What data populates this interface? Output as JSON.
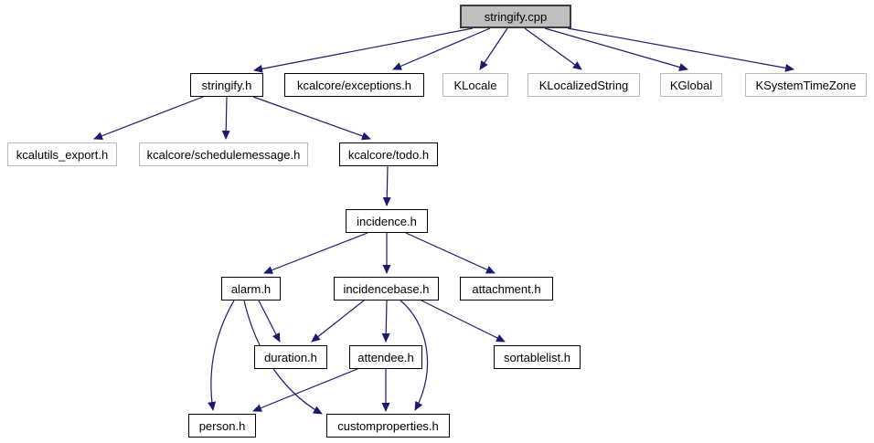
{
  "diagram": {
    "type": "include-dependency-graph",
    "root": "stringify.cpp",
    "colors": {
      "edge": "#191970",
      "internal_border": "#000000",
      "external_border": "#b9b9b9",
      "node_fill": "#ffffff",
      "main_fill": "#bfbfbf",
      "main_border": "#3c3c3c",
      "background": "#ffffff"
    },
    "nodes": [
      {
        "id": "stringify_cpp",
        "label": "stringify.cpp",
        "style": "main"
      },
      {
        "id": "stringify_h",
        "label": "stringify.h",
        "style": "internal"
      },
      {
        "id": "kcalcore_exceptions_h",
        "label": "kcalcore/exceptions.h",
        "style": "internal"
      },
      {
        "id": "klocale",
        "label": "KLocale",
        "style": "external"
      },
      {
        "id": "klocalizedstring",
        "label": "KLocalizedString",
        "style": "external"
      },
      {
        "id": "kglobal",
        "label": "KGlobal",
        "style": "external"
      },
      {
        "id": "ksystemtimezone",
        "label": "KSystemTimeZone",
        "style": "external"
      },
      {
        "id": "kcalutils_export_h",
        "label": "kcalutils_export.h",
        "style": "external"
      },
      {
        "id": "kcalcore_schedulemessage_h",
        "label": "kcalcore/schedulemessage.h",
        "style": "external"
      },
      {
        "id": "kcalcore_todo_h",
        "label": "kcalcore/todo.h",
        "style": "internal"
      },
      {
        "id": "incidence_h",
        "label": "incidence.h",
        "style": "internal"
      },
      {
        "id": "alarm_h",
        "label": "alarm.h",
        "style": "internal"
      },
      {
        "id": "incidencebase_h",
        "label": "incidencebase.h",
        "style": "internal"
      },
      {
        "id": "attachment_h",
        "label": "attachment.h",
        "style": "internal"
      },
      {
        "id": "duration_h",
        "label": "duration.h",
        "style": "internal"
      },
      {
        "id": "attendee_h",
        "label": "attendee.h",
        "style": "internal"
      },
      {
        "id": "sortablelist_h",
        "label": "sortablelist.h",
        "style": "internal"
      },
      {
        "id": "person_h",
        "label": "person.h",
        "style": "internal"
      },
      {
        "id": "customproperties_h",
        "label": "customproperties.h",
        "style": "internal"
      }
    ],
    "edges": [
      {
        "from": "stringify.cpp",
        "to": "stringify.h"
      },
      {
        "from": "stringify.cpp",
        "to": "kcalcore/exceptions.h"
      },
      {
        "from": "stringify.cpp",
        "to": "KLocale"
      },
      {
        "from": "stringify.cpp",
        "to": "KLocalizedString"
      },
      {
        "from": "stringify.cpp",
        "to": "KGlobal"
      },
      {
        "from": "stringify.cpp",
        "to": "KSystemTimeZone"
      },
      {
        "from": "stringify.h",
        "to": "kcalutils_export.h"
      },
      {
        "from": "stringify.h",
        "to": "kcalcore/schedulemessage.h"
      },
      {
        "from": "stringify.h",
        "to": "kcalcore/todo.h"
      },
      {
        "from": "kcalcore/todo.h",
        "to": "incidence.h"
      },
      {
        "from": "incidence.h",
        "to": "alarm.h"
      },
      {
        "from": "incidence.h",
        "to": "incidencebase.h"
      },
      {
        "from": "incidence.h",
        "to": "attachment.h"
      },
      {
        "from": "alarm.h",
        "to": "duration.h"
      },
      {
        "from": "alarm.h",
        "to": "person.h"
      },
      {
        "from": "alarm.h",
        "to": "customproperties.h"
      },
      {
        "from": "incidencebase.h",
        "to": "duration.h"
      },
      {
        "from": "incidencebase.h",
        "to": "attendee.h"
      },
      {
        "from": "incidencebase.h",
        "to": "sortablelist.h"
      },
      {
        "from": "incidencebase.h",
        "to": "customproperties.h"
      },
      {
        "from": "attendee.h",
        "to": "person.h"
      },
      {
        "from": "attendee.h",
        "to": "customproperties.h"
      }
    ]
  }
}
